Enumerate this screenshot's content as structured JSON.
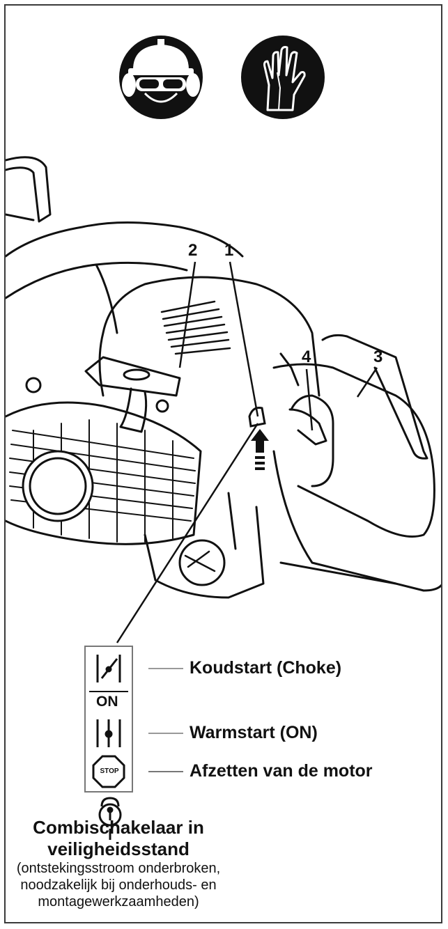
{
  "callouts": {
    "one": "1",
    "two": "2",
    "three": "3",
    "four": "4"
  },
  "switch_legend": {
    "on_label": "ON",
    "stop_label": "STOP",
    "choke": "Koudstart (Choke)",
    "warm": "Warmstart (ON)",
    "stop": "Afzetten van de motor"
  },
  "caption": {
    "title": "Combischakelaar in veiligheidsstand",
    "body": "(ontstekingsstroom onderbroken, noodzakelijk bij onderhouds- en montagewerkzaamheden)"
  },
  "icons": {
    "protection_helmet": "helmet-goggles-earmuffs-icon",
    "protection_gloves": "gloves-icon",
    "safety_lock": "padlock-icon"
  },
  "colors": {
    "line": "#111111",
    "frame": "#3a3a3a",
    "background": "#ffffff"
  }
}
